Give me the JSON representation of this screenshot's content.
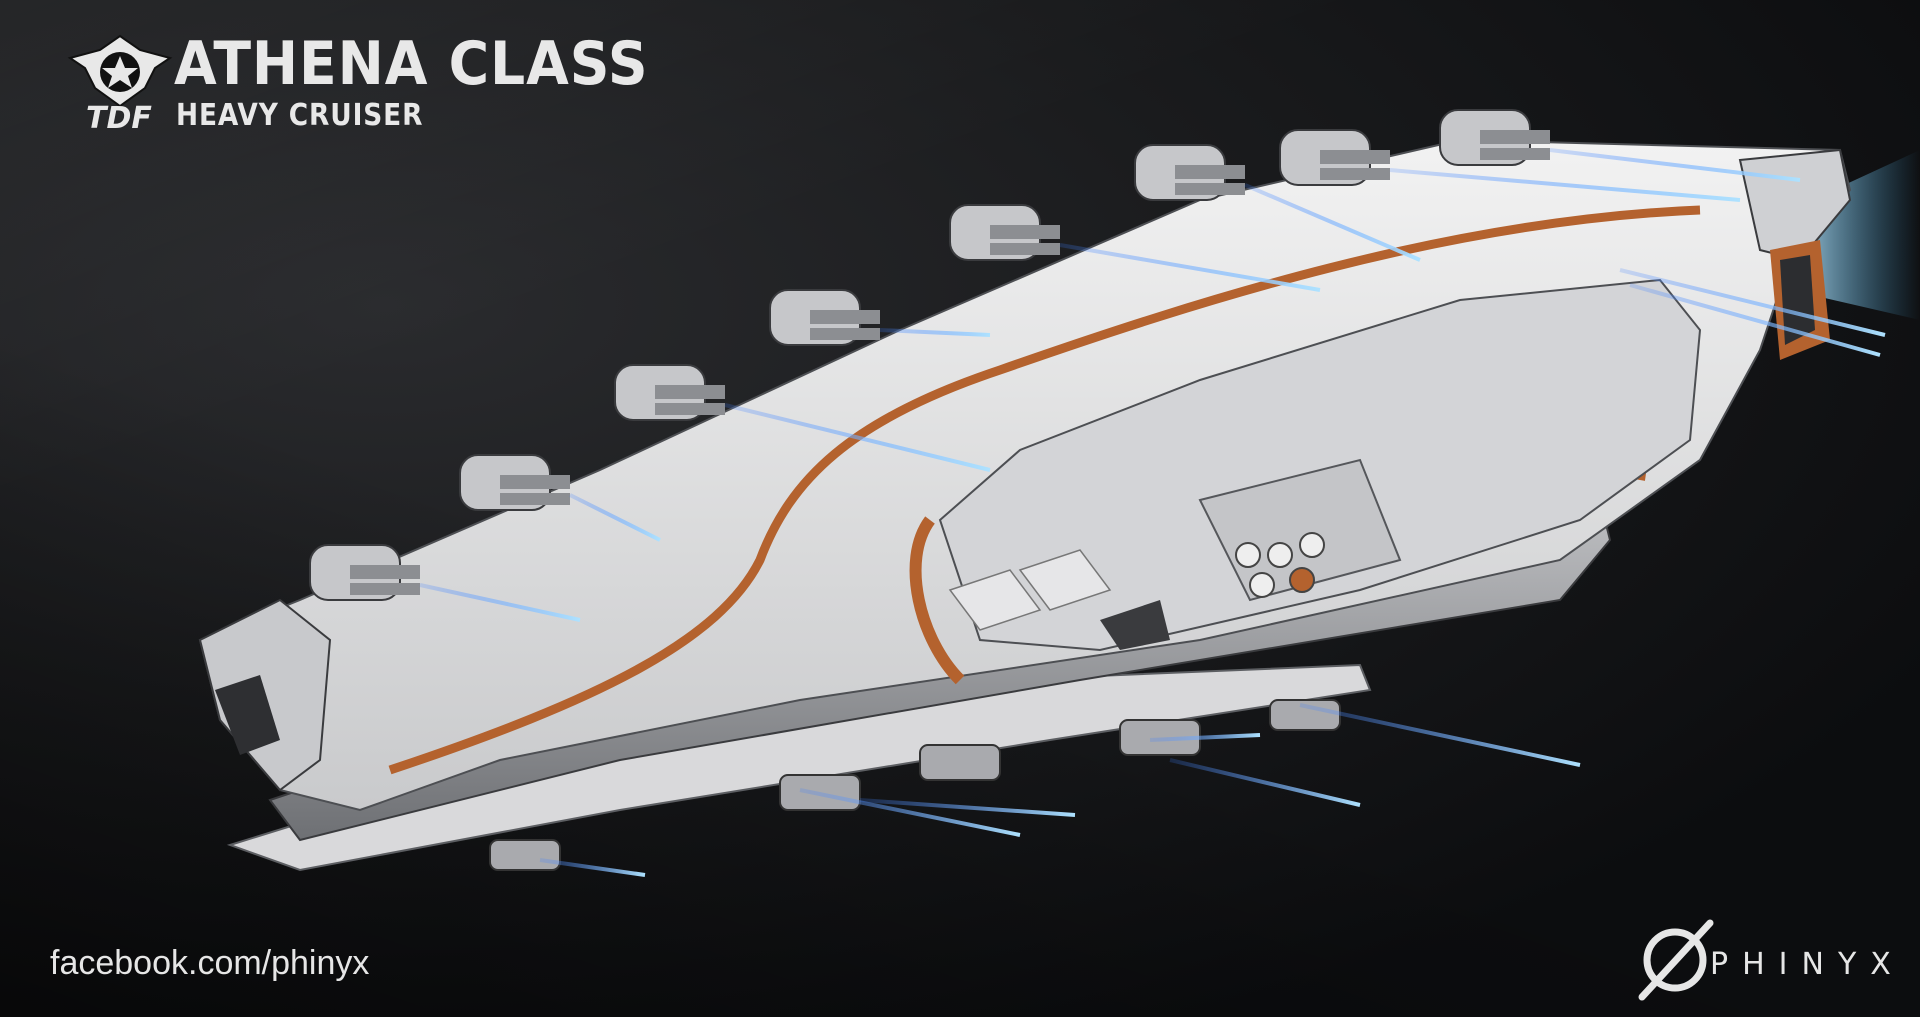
{
  "header": {
    "title": "ATHENA CLASS",
    "subtitle": "HEAVY CRUISER",
    "emblem_text": "TDF",
    "emblem_icon": "winged-star-icon"
  },
  "footer": {
    "social_link": "facebook.com/phinyx",
    "brand": "PHINYX",
    "brand_icon": "slashed-circle-icon"
  },
  "colors": {
    "hull": "#dcdcdc",
    "hull_shadow": "#8d8f93",
    "stripe": "#b4622e",
    "engine_glow": "#7fd4ff",
    "laser": "#4aa8ff",
    "background": "#111214",
    "text": "#e8e8e8"
  }
}
